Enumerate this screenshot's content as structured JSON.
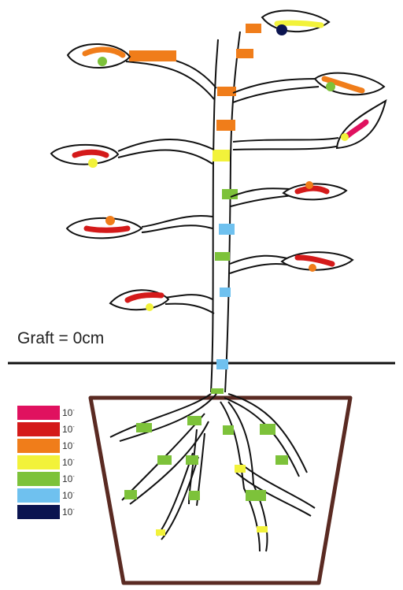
{
  "graft_label": "Graft = 0cm",
  "colors": {
    "magenta": "#e0115f",
    "red": "#d41a1a",
    "orange": "#f07d1a",
    "yellow": "#f2f23a",
    "green": "#7dc23a",
    "light_blue": "#6fc1ef",
    "navy": "#0b1450",
    "pot": "#5a2a22",
    "ground": "#111111",
    "outline": "#111111"
  },
  "legend": [
    {
      "base": "10",
      "exp": "-",
      "color": "#e0115f"
    },
    {
      "base": "10",
      "exp": "-",
      "color": "#d41a1a"
    },
    {
      "base": "10",
      "exp": "-",
      "color": "#f07d1a"
    },
    {
      "base": "10",
      "exp": "-",
      "color": "#f2f23a"
    },
    {
      "base": "10",
      "exp": "-",
      "color": "#7dc23a"
    },
    {
      "base": "10",
      "exp": "-",
      "color": "#6fc1ef"
    },
    {
      "base": "10",
      "exp": "-",
      "color": "#0b1450"
    }
  ]
}
